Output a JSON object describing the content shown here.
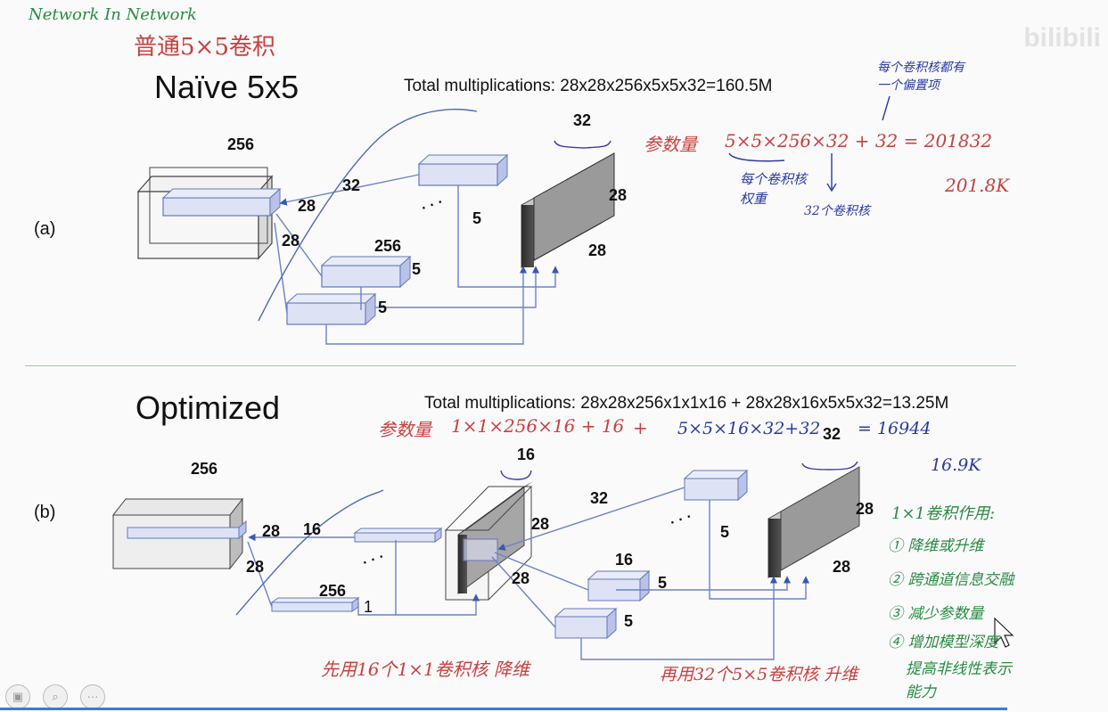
{
  "header_note": "Network In Network",
  "watermark": "bilibili",
  "section_a": {
    "hand_title": "普通5×5卷积",
    "title": "Naïve 5x5",
    "multiplications": "Total multiplications: 28x28x256x5x5x32=160.5M",
    "panel_label": "(a)",
    "dims": {
      "input_depth": "256",
      "input_h": "28",
      "input_w": "28",
      "kernel_count": "32",
      "kernel_depth": "256",
      "kernel_size": "5",
      "kernel_size_2": "5",
      "output_depth": "32",
      "output_h": "28",
      "output_w": "28",
      "dots": "· · ·"
    },
    "params_label": "参数量",
    "params_formula": "5×5×256×32 + 32 = 201832",
    "params_result": "201.8K",
    "note_weights": "每个卷积核\n权重",
    "note_kernels": "32个卷积核",
    "note_bias": "每个卷积核都有\n一个偏置项"
  },
  "section_b": {
    "title": "Optimized",
    "multiplications": "Total multiplications: 28x28x256x1x1x16 + 28x28x16x5x5x32=13.25M",
    "panel_label": "(b)",
    "dims": {
      "input_depth": "256",
      "input_h": "28",
      "input_w": "28",
      "k1_count": "16",
      "k1_depth": "256",
      "k1_size": "1",
      "mid_depth": "16",
      "mid_h": "28",
      "mid_w": "28",
      "k2_count": "32",
      "k2_depth": "16",
      "k2_size": "5",
      "k2_size_2": "5",
      "k2_size_3": "5",
      "out_depth": "32",
      "out_h": "28",
      "out_w": "28",
      "dots": "· · ·"
    },
    "params_label": "参数量",
    "params_part1": "1×1×256×16 + 16",
    "params_plus": "+",
    "params_part2": "5×5×16×32+32",
    "params_total": "= 16944",
    "params_result": "16.9K",
    "note_reduce": "先用16个1×1卷积核  降维",
    "note_expand": "再用32个5×5卷积核 升维",
    "effects_title": "1×1卷积作用:",
    "effects": [
      "① 降维或升维",
      "② 跨通道信息交融",
      "③ 减少参数量",
      "④ 增加模型深度",
      "提高非线性表示",
      "能力"
    ]
  },
  "controls": {
    "btn1": "▣",
    "btn2": "⌕",
    "btn3": "···"
  },
  "colors": {
    "divider": "#8fcf9a",
    "kernel_fill": "#dde3f5",
    "kernel_stroke": "#6577b8",
    "link": "#6a82c8",
    "accent": "#3a7ad8"
  }
}
